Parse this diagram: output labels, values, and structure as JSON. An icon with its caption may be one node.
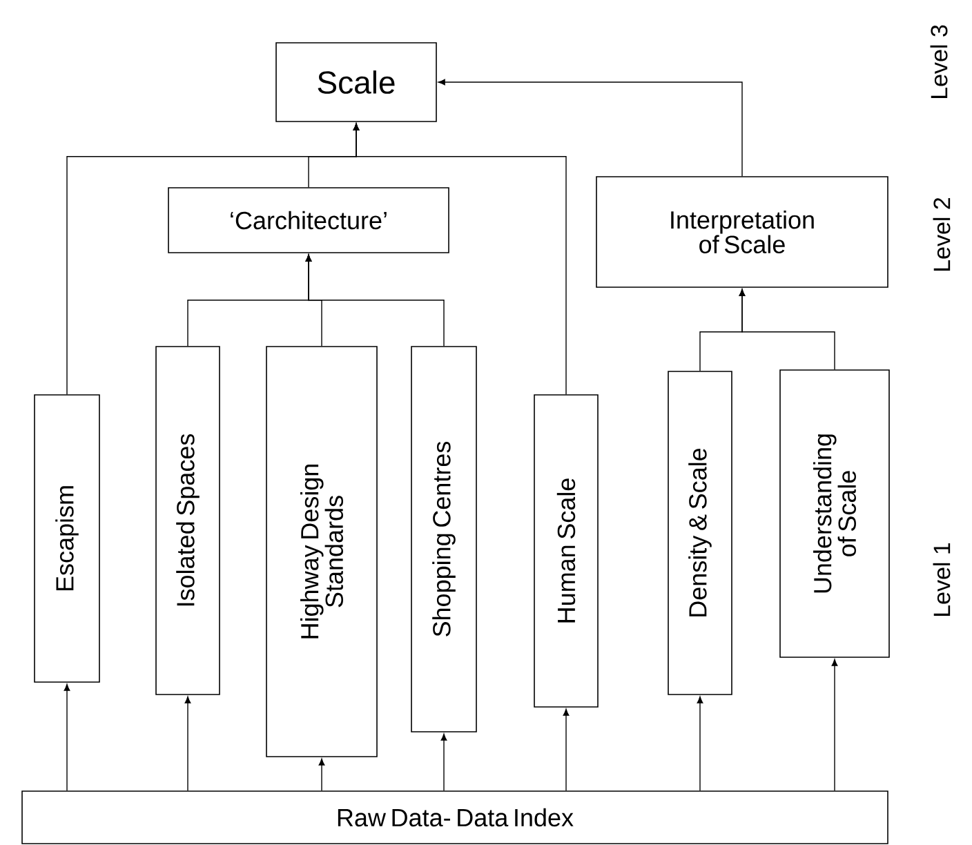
{
  "diagram": {
    "nodes": [
      {
        "text": [
          "Scale"
        ]
      },
      {
        "text": [
          "‘Carchitecture’"
        ]
      },
      {
        "text": [
          "Interpretation of Scale"
        ]
      },
      {
        "text": [
          "Escapism"
        ]
      },
      {
        "text": [
          "Isolated Spaces"
        ]
      },
      {
        "text": [
          "Highway Design Standards"
        ]
      },
      {
        "text": [
          "Shopping Centres"
        ]
      },
      {
        "text": [
          "Human Scale"
        ]
      },
      {
        "text": [
          "Density & Scale"
        ]
      },
      {
        "text": [
          "Understanding of Scale"
        ]
      },
      {
        "text": [
          "Raw Data- Data Index"
        ]
      }
    ],
    "edges": [
      {
        "from": 3,
        "to": 0,
        "arrow": "to"
      },
      {
        "from": 1,
        "to": 0,
        "arrow": "to"
      },
      {
        "from": 7,
        "to": 0,
        "arrow": "to"
      },
      {
        "from": 2,
        "to": 0,
        "arrow": "to"
      },
      {
        "from": 4,
        "to": 1,
        "arrow": "to"
      },
      {
        "from": 5,
        "to": 1,
        "arrow": "to"
      },
      {
        "from": 6,
        "to": 1,
        "arrow": "to"
      },
      {
        "from": 8,
        "to": 2,
        "arrow": "to"
      },
      {
        "from": 9,
        "to": 2,
        "arrow": "to"
      },
      {
        "from": 10,
        "to": 3,
        "arrow": "to"
      },
      {
        "from": 10,
        "to": 4,
        "arrow": "to"
      },
      {
        "from": 10,
        "to": 5,
        "arrow": "to"
      },
      {
        "from": 10,
        "to": 6,
        "arrow": "to"
      },
      {
        "from": 10,
        "to": 7,
        "arrow": "to"
      },
      {
        "from": 10,
        "to": 8,
        "arrow": "to"
      },
      {
        "from": 10,
        "to": 9,
        "arrow": "to"
      }
    ],
    "labels": [
      "Level 3",
      "Level 2",
      "Level 1"
    ]
  }
}
